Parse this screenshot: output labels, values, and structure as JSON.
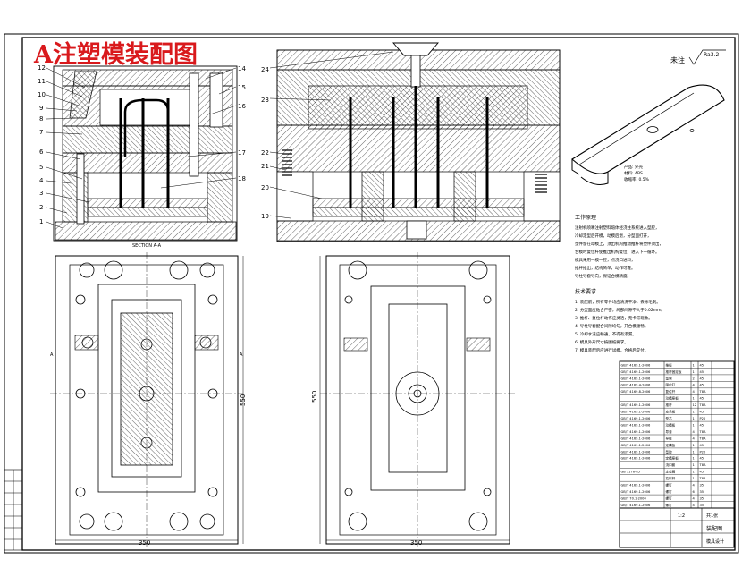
{
  "title": "A注塑模装配图",
  "section_label": "SECTION A-A",
  "roughness": {
    "prefix": "未注",
    "value": "Ra3.2"
  },
  "left_part_numbers": [
    "12",
    "11",
    "10",
    "9",
    "8",
    "7",
    "6",
    "5",
    "4",
    "3",
    "2",
    "1"
  ],
  "right_part_numbers": [
    "14",
    "15",
    "16",
    "17",
    "18"
  ],
  "right_view_numbers": [
    "24",
    "23",
    "22",
    "21",
    "20",
    "19"
  ],
  "dimensions": {
    "width_left": "350",
    "width_right": "350",
    "height_left": "550",
    "height_right": "550"
  },
  "section_marks": [
    "A",
    "A"
  ],
  "product_notes": [
    "产品: 外壳",
    "材料: ABS",
    "收缩率: 0.5%"
  ],
  "requirements_title": "工作原理",
  "requirements_lines": [
    "注射机喷嘴注射塑料熔体经浇注系统进入型腔，",
    "冷却定型后开模，动模后退，分型面打开，",
    "塑件留在动模上，顶出机构推动推杆将塑件顶出，",
    "合模时复位杆使推出机构复位，进入下一循环。",
    "模具采用一模一腔，点浇口进料，",
    "推杆推出，结构简单，动作可靠。",
    "导柱导套导向，保证合模精度。"
  ],
  "tech_title": "技术要求",
  "tech_lines": [
    "1. 装配前，所有零件均应清洗干净，去除毛刺。",
    "2. 分型面应贴合严密，局部间隙不大于0.02mm。",
    "3. 推杆、复位杆动作应灵活，无卡滞现象。",
    "4. 导柱导套配合间隙均匀，开合模顺畅。",
    "5. 冷却水道应畅通，不得有渗漏。",
    "6. 模具外形尺寸按图纸要求。",
    "7. 模具装配后应进行试模，合格后交付。"
  ],
  "bom_rows": [
    [
      "GB/T 4169.1-2006",
      "推板",
      "1",
      "45",
      ""
    ],
    [
      "GB/T 4169.1-2006",
      "推杆固定板",
      "1",
      "45",
      ""
    ],
    [
      "GB/T 4169.1-2006",
      "垫块",
      "2",
      "45",
      ""
    ],
    [
      "GB/T 4169.4-2006",
      "限位钉",
      "4",
      "45",
      ""
    ],
    [
      "GB/T 4169.8-2006",
      "复位杆",
      "4",
      "T8A",
      ""
    ],
    [
      "",
      "动模座板",
      "1",
      "45",
      ""
    ],
    [
      "GB/T 4169.1-2006",
      "推杆",
      "12",
      "T8A",
      ""
    ],
    [
      "GB/T 4169.1-2006",
      "支承板",
      "1",
      "45",
      ""
    ],
    [
      "GB/T 4169.1-2006",
      "型芯",
      "1",
      "P20",
      ""
    ],
    [
      "GB/T 4169.1-2006",
      "动模板",
      "1",
      "45",
      ""
    ],
    [
      "GB/T 4169.1-2006",
      "导套",
      "4",
      "T8A",
      ""
    ],
    [
      "GB/T 4169.1-2006",
      "导柱",
      "4",
      "T8A",
      ""
    ],
    [
      "GB/T 4169.1-2006",
      "定模板",
      "1",
      "45",
      ""
    ],
    [
      "GB/T 4169.1-2006",
      "型腔",
      "1",
      "P20",
      ""
    ],
    [
      "GB/T 4169.1-2006",
      "定模座板",
      "1",
      "45",
      ""
    ],
    [
      "",
      "浇口套",
      "1",
      "T8A",
      ""
    ],
    [
      "GB 1176-85",
      "定位圈",
      "1",
      "45",
      ""
    ],
    [
      "",
      "拉料杆",
      "1",
      "T8A",
      ""
    ],
    [
      "GB/T 4169.1-2006",
      "螺钉",
      "4",
      "35",
      ""
    ],
    [
      "GB/T 4169.1-2006",
      "螺钉",
      "6",
      "35",
      ""
    ],
    [
      "GB/T 70.1-2000",
      "螺钉",
      "4",
      "35",
      ""
    ],
    [
      "GB/T 4169.1-2006",
      "螺钉",
      "4",
      "35",
      ""
    ]
  ],
  "title_block": {
    "scale": "1:2",
    "sheet": "共1张",
    "drawing_name": "装配图",
    "unit": "模具设计"
  }
}
